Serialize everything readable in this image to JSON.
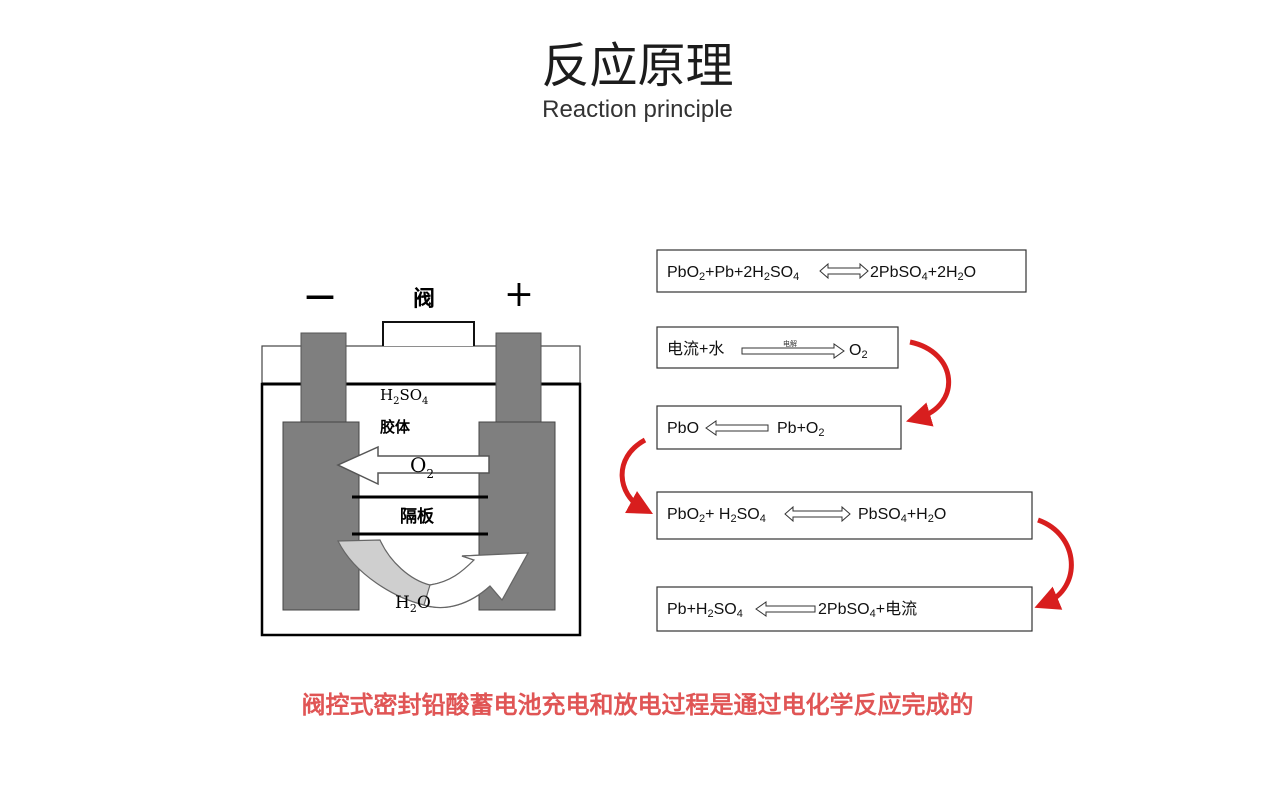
{
  "title": "反应原理",
  "subtitle": "Reaction principle",
  "cell": {
    "negative": "—",
    "positive": "+",
    "valve": "阀",
    "electrolyte_main": "H",
    "electrolyte_sub1": "2",
    "electrolyte_mid": "SO",
    "electrolyte_sub2": "4",
    "gel": "胶体",
    "oxygen_main": "O",
    "oxygen_sub": "2",
    "separator": "隔板",
    "water_main": "H",
    "water_sub": "2",
    "water_tail": "O"
  },
  "equations": {
    "eq1": {
      "a": "PbO",
      "a_sub": "2",
      "b": "+Pb+2H",
      "b_sub": "2",
      "c": "SO",
      "c_sub": "4",
      "d": "2PbSO",
      "d_sub": "4",
      "e": "+2H",
      "e_sub": "2",
      "f": "O"
    },
    "eq2": {
      "a": "电流+水",
      "arrow_label": "电解",
      "b": "O",
      "b_sub": "2"
    },
    "eq3": {
      "a": "PbO",
      "b": "Pb+O",
      "b_sub": "2"
    },
    "eq4": {
      "a": "PbO",
      "a_sub": "2",
      "b": "+ H",
      "b_sub": "2",
      "c": "SO",
      "c_sub": "4",
      "d": "PbSO",
      "d_sub": "4",
      "e": "+H",
      "e_sub": "2",
      "f": "O"
    },
    "eq5": {
      "a": "Pb+H",
      "a_sub": "2",
      "b": "SO",
      "b_sub": "4",
      "c": "2PbSO",
      "c_sub": "4",
      "d": "+电流"
    }
  },
  "caption": "阀控式密封铅酸蓄电池充电和放电过程是通过电化学反应完成的",
  "colors": {
    "caption": "#e05555",
    "curve_arrow": "#d81e1e",
    "electrode": "#7f7f7f"
  }
}
